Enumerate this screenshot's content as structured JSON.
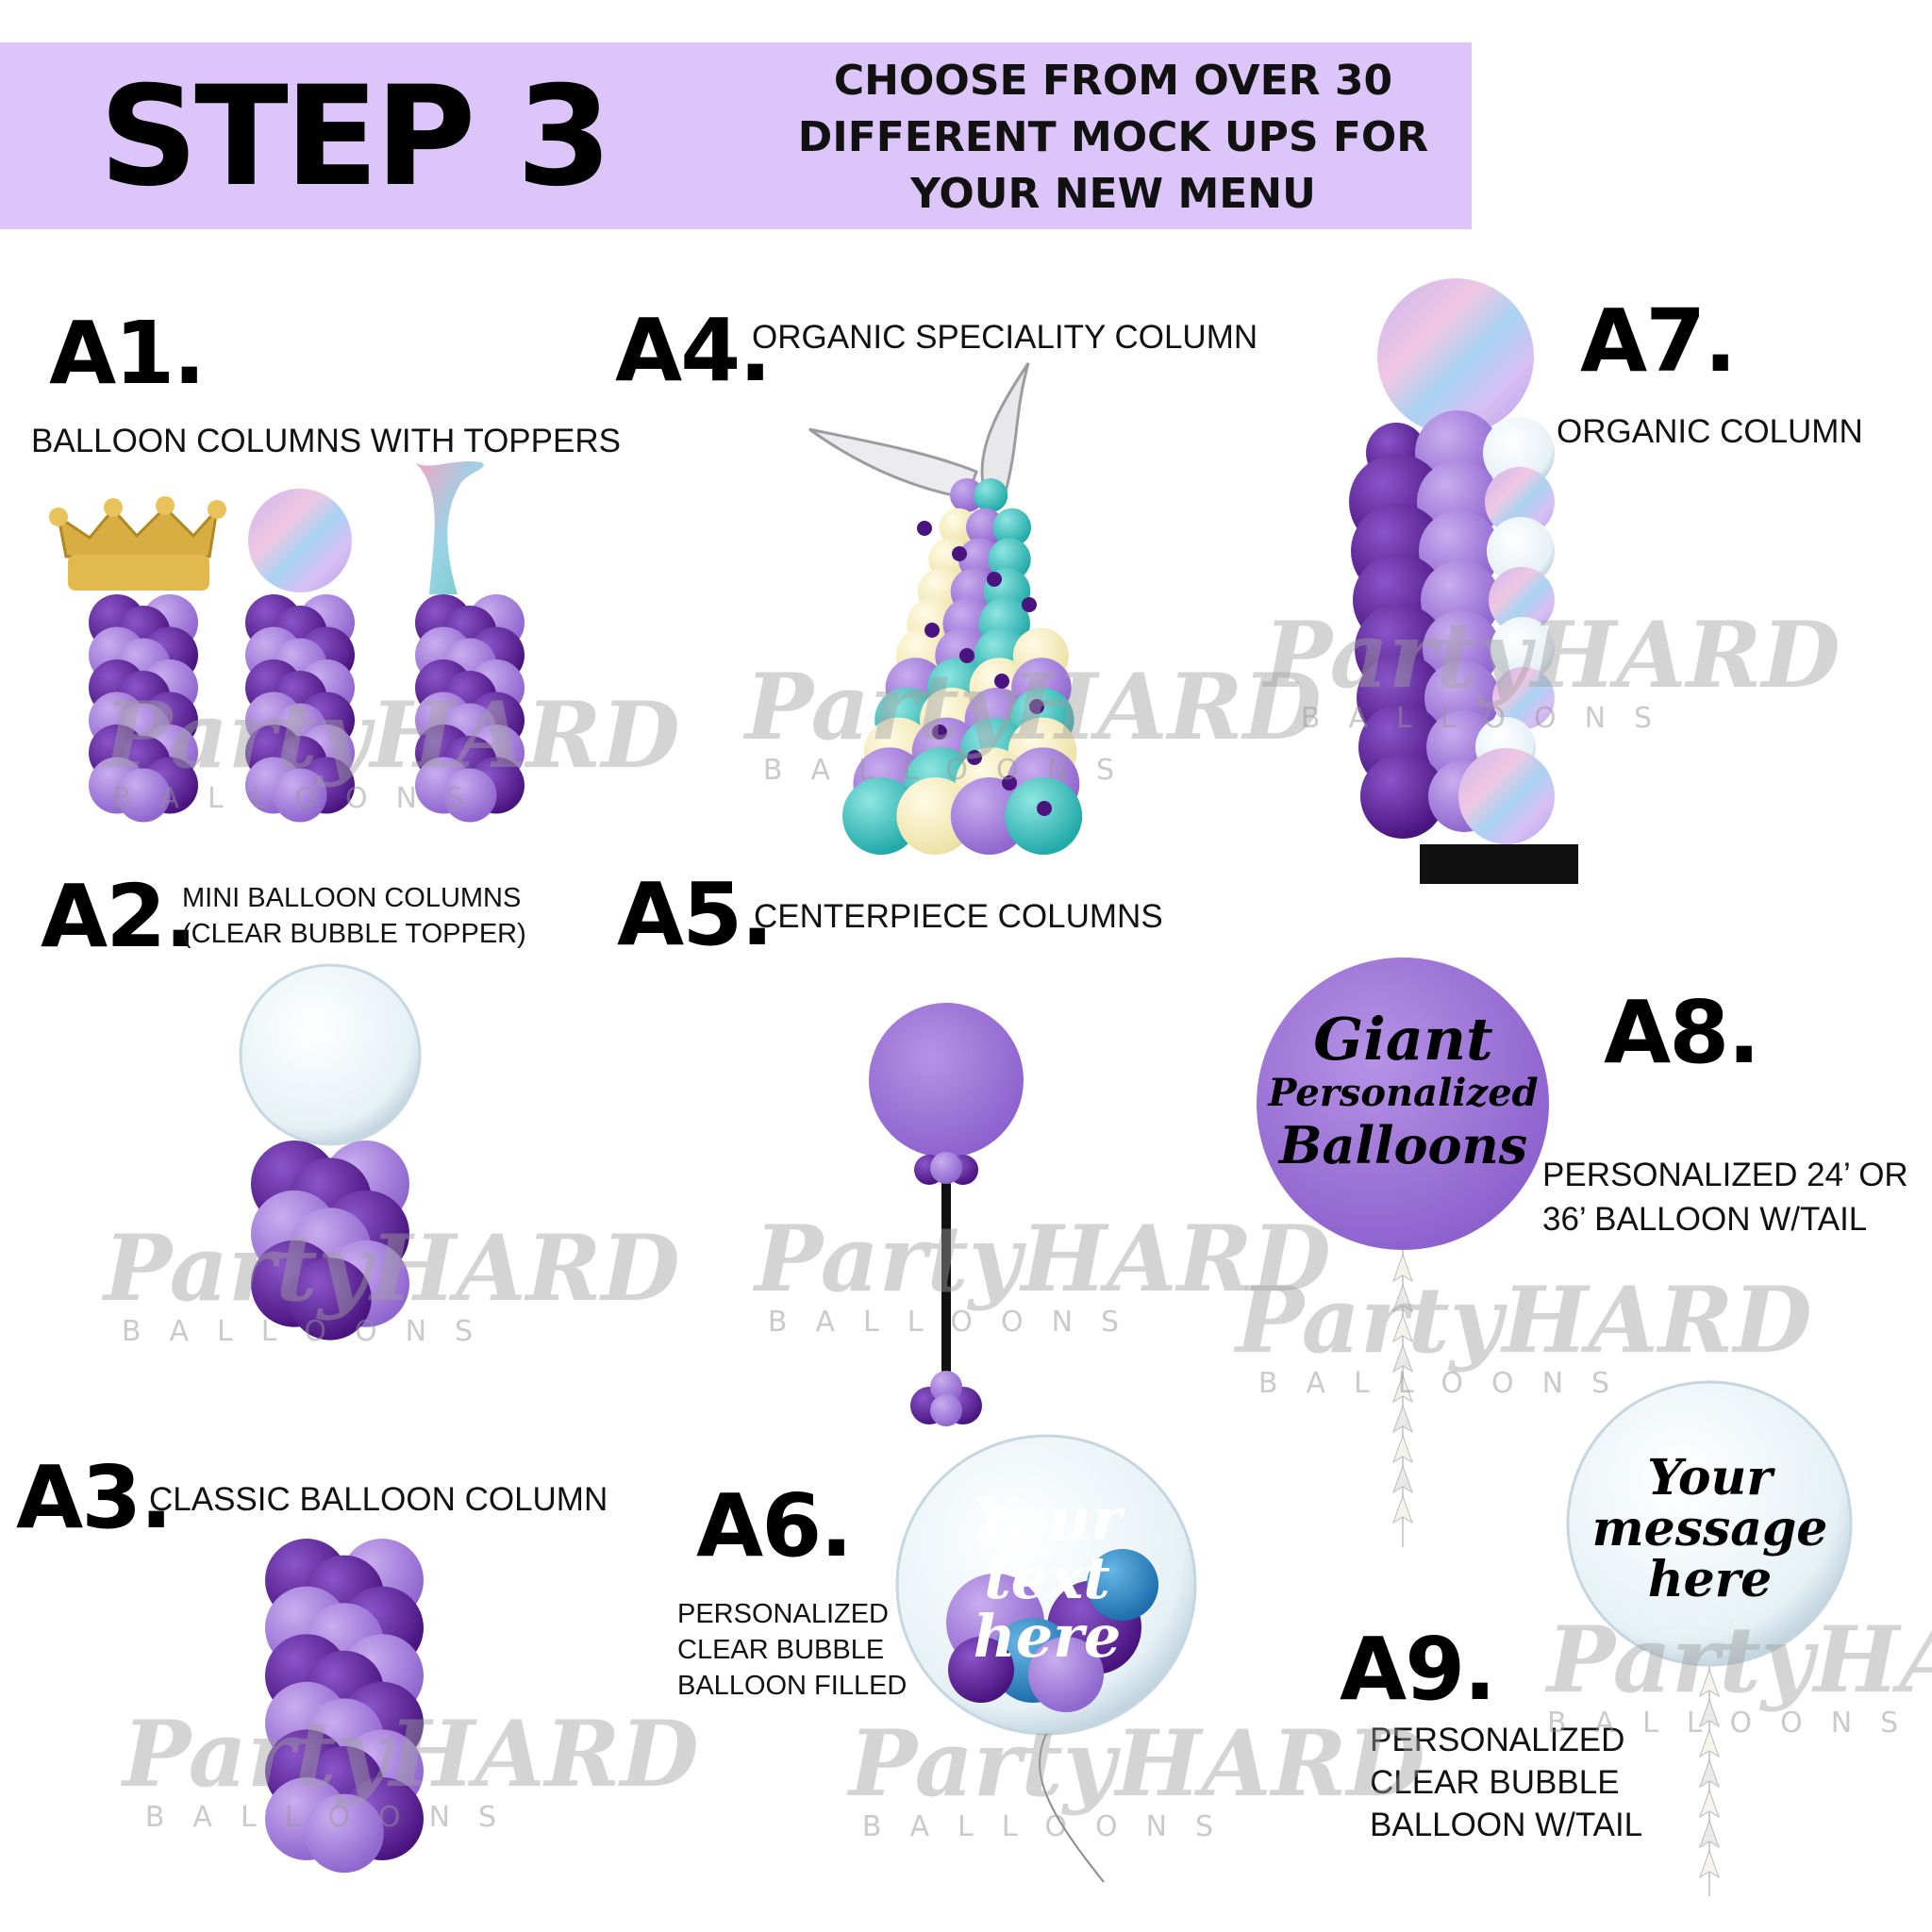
{
  "banner": {
    "title": "STEP 3",
    "headline_lines": [
      "CHOOSE FROM OVER 30",
      "DIFFERENT MOCK UPS FOR",
      "YOUR NEW MENU"
    ]
  },
  "items": [
    {
      "code": "A1.",
      "description": "BALLOON COLUMNS WITH TOPPERS"
    },
    {
      "code": "A2.",
      "description_lines": [
        "MINI BALLOON COLUMNS",
        "(CLEAR BUBBLE TOPPER)"
      ]
    },
    {
      "code": "A3.",
      "description": "CLASSIC BALLOON COLUMN"
    },
    {
      "code": "A4.",
      "description": "ORGANIC SPECIALITY COLUMN"
    },
    {
      "code": "A5.",
      "description": "CENTERPIECE COLUMNS"
    },
    {
      "code": "A6.",
      "description_lines": [
        "PERSONALIZED",
        "CLEAR BUBBLE",
        "BALLOON FILLED"
      ]
    },
    {
      "code": "A7.",
      "description": "ORGANIC COLUMN"
    },
    {
      "code": "A8.",
      "description_lines": [
        "PERSONALIZED 24’ OR",
        "36’ BALLOON W/TAIL"
      ]
    },
    {
      "code": "A9.",
      "description_lines": [
        "PERSONALIZED",
        "CLEAR BUBBLE",
        "BALLOON W/TAIL"
      ]
    }
  ],
  "balloon_text": {
    "a6": [
      "Your",
      "text",
      "here"
    ],
    "a8": [
      "Giant",
      "Personalized",
      "Balloons"
    ],
    "a9": [
      "Your",
      "message",
      "here"
    ]
  },
  "watermark": {
    "brand": "PartyHARD",
    "sub": "BALLOONS"
  },
  "colors": {
    "banner": "#dcc5f8",
    "purple_dark": "#5b1f96",
    "purple_light": "#a27ad6",
    "teal": "#3cc6c4",
    "cream": "#f7f0c3",
    "gold": "#d8ae42"
  }
}
